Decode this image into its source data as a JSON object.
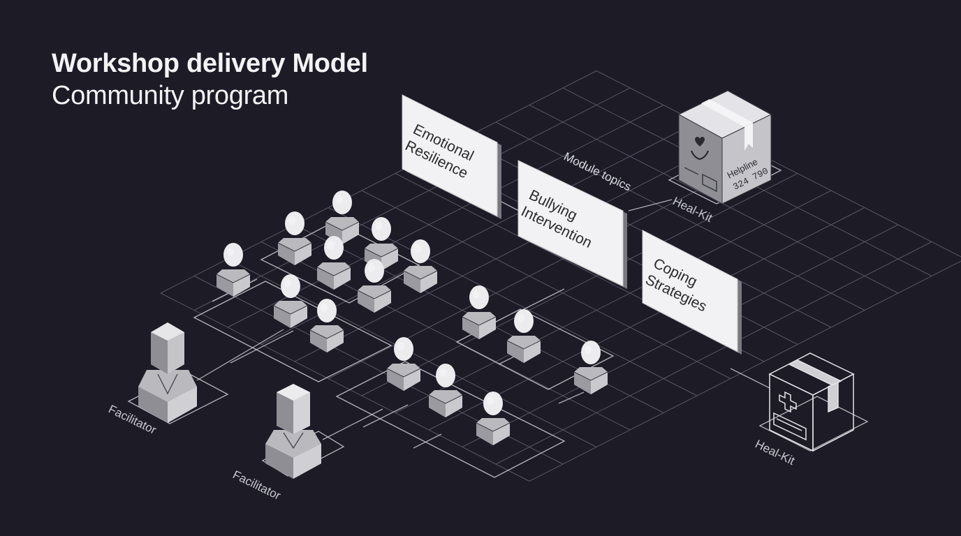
{
  "heading": {
    "title": "Workshop delivery Model",
    "subtitle": "Community program"
  },
  "modules": {
    "caption": "Module topics",
    "items": [
      {
        "line1": "Emotional",
        "line2": "Resilience"
      },
      {
        "line1": "Bullying",
        "line2": "Intervention"
      },
      {
        "line1": "Coping",
        "line2": "Strategies"
      }
    ]
  },
  "facilitators": [
    {
      "label": "Facilitator"
    },
    {
      "label": "Facilitator"
    }
  ],
  "kits": [
    {
      "label": "Heal-Kit",
      "box_text_1": "Helpline",
      "box_text_2": "324 790",
      "icon": "hands-heart-icon"
    },
    {
      "label": "Heal-Kit",
      "icon": "medical-cross-icon"
    }
  ],
  "colors": {
    "background": "#1c1b26",
    "grid_line": "#6b6b78",
    "figure_light": "#ececef",
    "figure_mid": "#b9b9be",
    "figure_dark": "#8e8e94",
    "card_face": "#f2f2f4",
    "text_light": "#f3f3f5"
  }
}
